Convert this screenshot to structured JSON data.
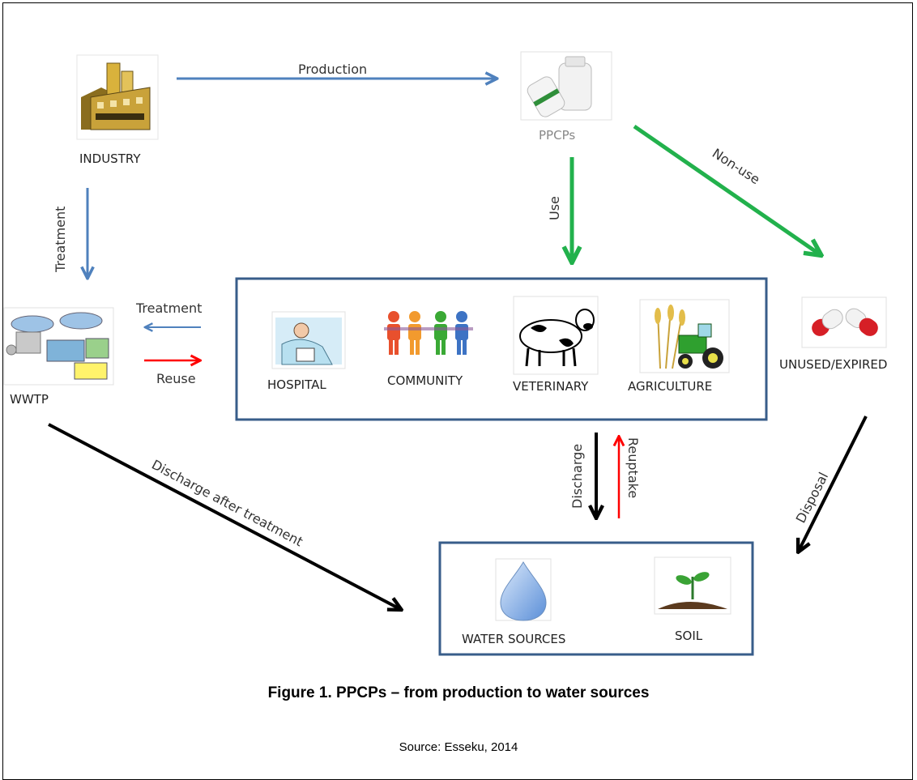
{
  "nodes": {
    "industry": "INDUSTRY",
    "ppcps": "PPCPs",
    "wwtp": "WWTP",
    "hospital": "HOSPITAL",
    "community": "COMMUNITY",
    "veterinary": "VETERINARY",
    "agriculture": "AGRICULTURE",
    "unused_expired": "UNUSED/EXPIRED",
    "water_sources": "WATER SOURCES",
    "soil": "SOIL"
  },
  "arrows": {
    "production": "Production",
    "treatment_industry": "Treatment",
    "use": "Use",
    "non_use": "Non-use",
    "treatment_wwtp": "Treatment",
    "reuse": "Reuse",
    "discharge_after_treatment": "Discharge after treatment",
    "discharge": "Discharge",
    "reuptake": "Reuptake",
    "disposal": "Disposal"
  },
  "caption": "Figure 1. PPCPs – from production to water sources",
  "source": "Source: Esseku, 2014",
  "colors": {
    "blue_arrow": "#4f81bd",
    "green_arrow": "#22b14c",
    "red_arrow": "#ff0000",
    "black_arrow": "#000000",
    "box_border": "#385d8a"
  }
}
